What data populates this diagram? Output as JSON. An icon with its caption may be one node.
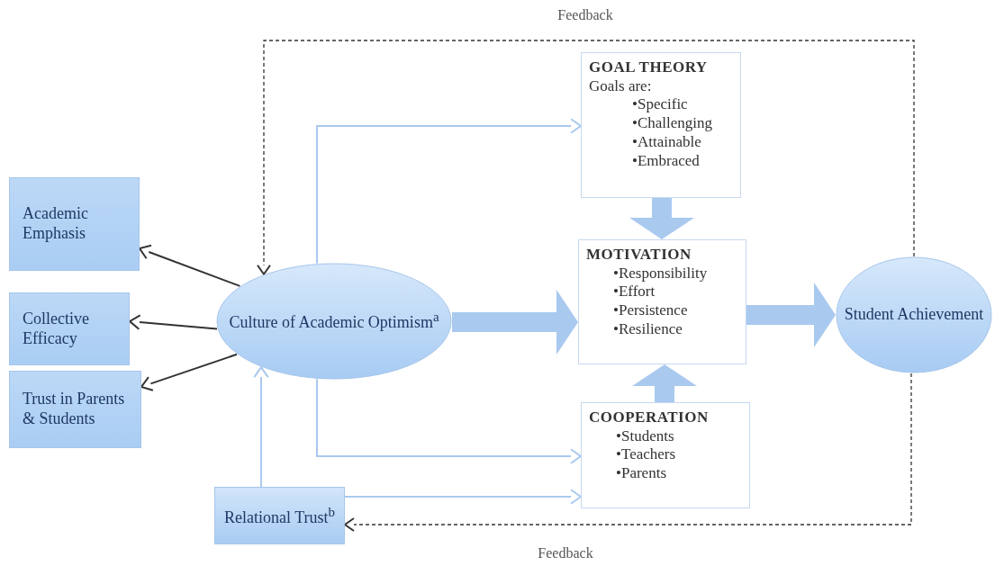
{
  "diagram": {
    "nodes": [
      {
        "text": [
          "Academic Emphasis"
        ]
      },
      {
        "text": [
          "Collective Efficacy"
        ]
      },
      {
        "text": [
          "Trust in Parents & Students"
        ]
      },
      {
        "text": [
          "Culture of Academic Optimism$^{a}$"
        ]
      },
      {
        "text": [
          "GOAL THEORY",
          "Goals are:",
          "•Specific",
          "•Challenging",
          "•Attainable",
          "•Embraced"
        ]
      },
      {
        "text": [
          "MOTIVATION",
          "•Responsibility",
          "•Effort",
          "•Persistence",
          "•Resilience"
        ]
      },
      {
        "text": [
          "Student Achievement"
        ]
      },
      {
        "text": [
          "COOPERATION",
          "•Students",
          "•Teachers",
          "•Parents"
        ]
      },
      {
        "text": [
          "Relational Trust$^{b}$"
        ]
      }
    ],
    "edges": [
      {
        "from": 3,
        "to": 0,
        "arrow": "to",
        "color": "#333333"
      },
      {
        "from": 3,
        "to": 1,
        "arrow": "to",
        "color": "#333333"
      },
      {
        "from": 3,
        "to": 2,
        "arrow": "to",
        "color": "#333333"
      },
      {
        "from": 3,
        "to": 4,
        "arrow": "to"
      },
      {
        "from": 3,
        "to": 7,
        "arrow": "to"
      },
      {
        "from": 8,
        "to": 3,
        "arrow": "to"
      },
      {
        "from": 8,
        "to": 7,
        "arrow": "to"
      },
      {
        "from": 3,
        "to": 5,
        "arrow": "to",
        "style": "thick"
      },
      {
        "from": 4,
        "to": 5,
        "arrow": "to",
        "style": "thick"
      },
      {
        "from": 7,
        "to": 5,
        "arrow": "to",
        "style": "thick"
      },
      {
        "from": 5,
        "to": 6,
        "arrow": "to",
        "style": "thick"
      },
      {
        "from": 6,
        "to": 3,
        "arrow": "to",
        "label": "Feedback",
        "style": "dashed",
        "color": "#333333"
      },
      {
        "from": 6,
        "to": 8,
        "arrow": "to",
        "label": "Feedback",
        "style": "dashed",
        "color": "#333333"
      }
    ]
  }
}
